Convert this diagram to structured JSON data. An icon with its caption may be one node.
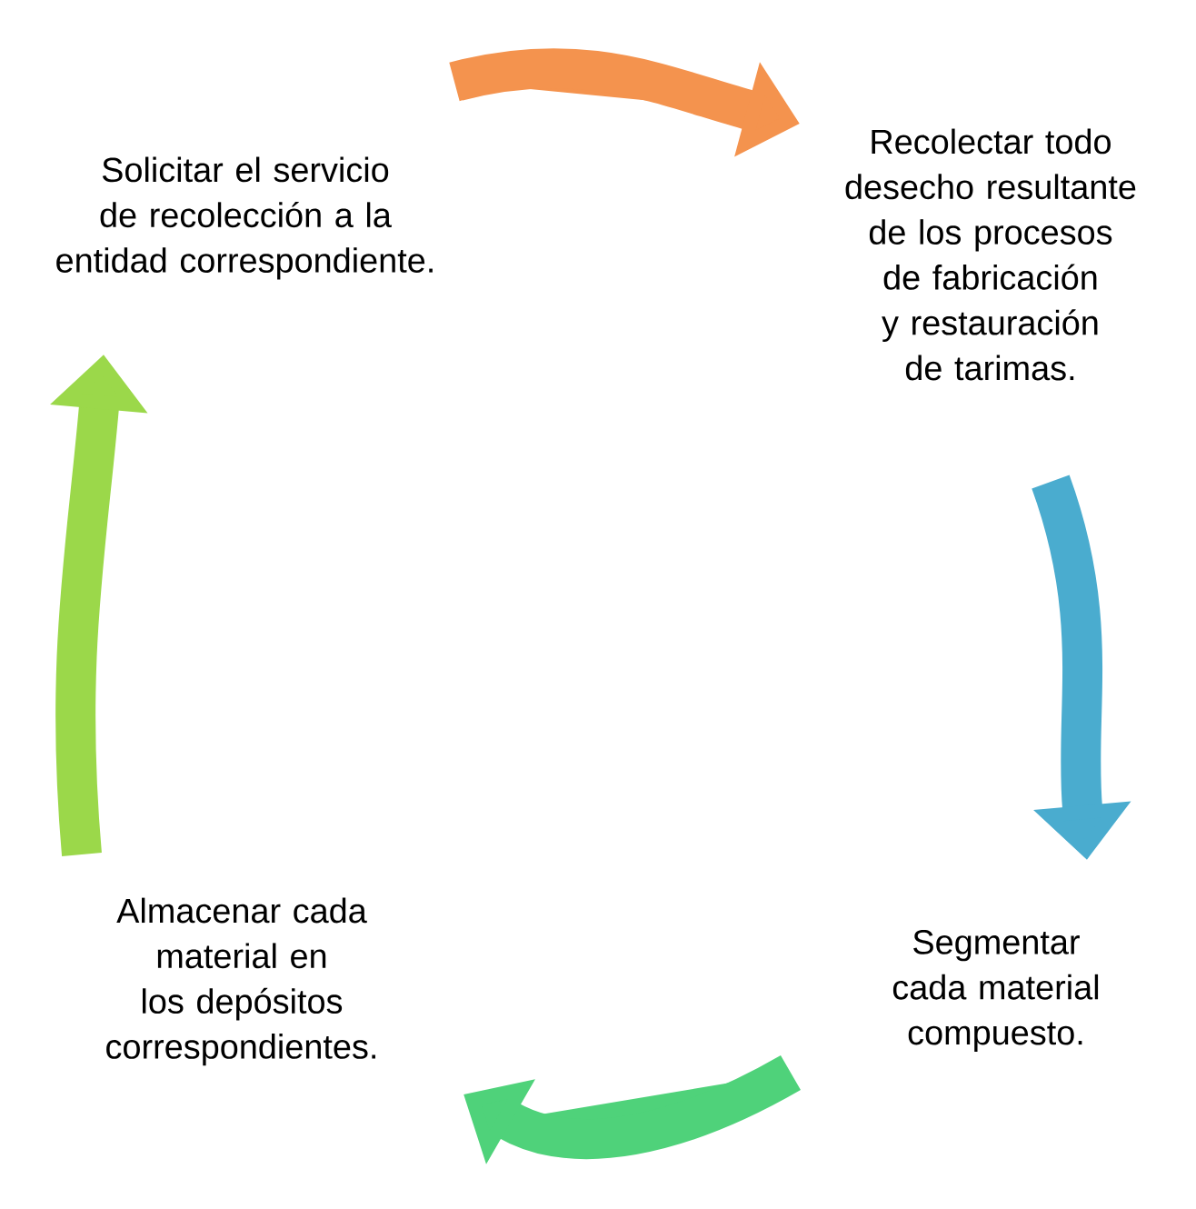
{
  "diagram": {
    "nodes": [
      {
        "text": [
          "Solicitar el servicio de recolección a la entidad correspondiente."
        ]
      },
      {
        "text": [
          "Recolectar todo desecho resultante de los procesos de fabricación y restauración de tarimas."
        ]
      },
      {
        "text": [
          "Almacenar cada material en los depósitos correspondientes."
        ]
      },
      {
        "text": [
          "Segmentar cada material compuesto."
        ]
      }
    ],
    "edges": [
      {
        "from": 0,
        "to": 1,
        "arrow": "to",
        "color": "#f4934e"
      },
      {
        "from": 1,
        "to": 3,
        "arrow": "to",
        "color": "#4aaccf"
      },
      {
        "from": 3,
        "to": 2,
        "arrow": "to",
        "color": "#4fd27a"
      },
      {
        "from": 2,
        "to": 0,
        "arrow": "to",
        "color": "#9bd84a"
      }
    ]
  }
}
